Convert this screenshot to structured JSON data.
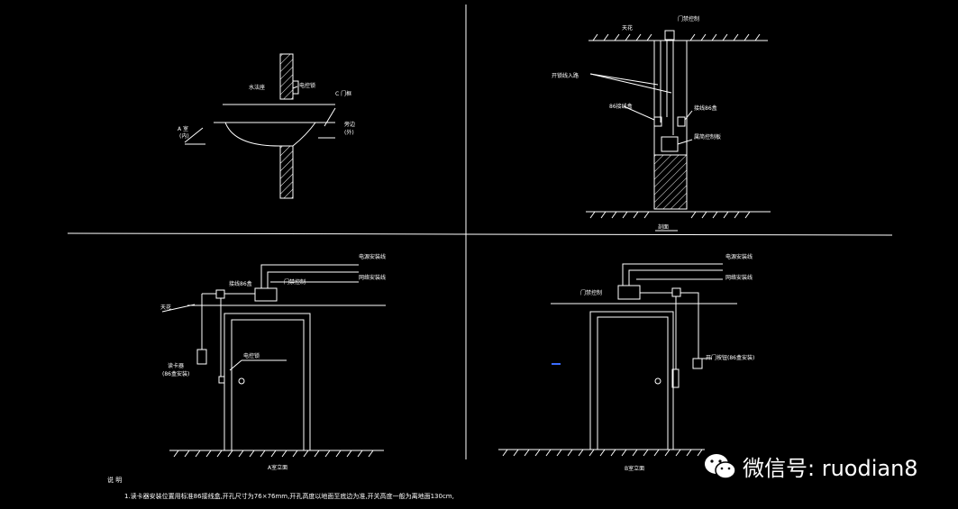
{
  "labels": {
    "wall_hole_title": "水法座",
    "lock_label": "电控锁",
    "c_frame": "C 门框",
    "side_a": "A 室",
    "side_a_sub": "(内)",
    "side_b": "旁边",
    "side_b_sub": "(外)",
    "top_ceiling": "天花",
    "top_lock": "门禁控制",
    "top_lines": "开锁线入路",
    "top_box1": "86接线盒",
    "top_box2": "接线86盒",
    "top_ctrl": "属简控制板",
    "top_caption": "剖面",
    "a_card": "电源安装线",
    "a_net": "网络安装线",
    "a_box": "接线86盒",
    "a_ctrl": "门禁控制",
    "a_ceiling": "天花",
    "a_reader": "读卡器",
    "a_reader_sub": "(86盒安装)",
    "a_lock": "电控锁",
    "a_caption": "A室立面",
    "b_card": "电源安装线",
    "b_net": "网络安装线",
    "b_ctrl": "门禁控制",
    "b_btn": "开门按钮(86盒安装)",
    "b_caption": "B室立面"
  },
  "notes": {
    "title": "说  明",
    "line1": "1.读卡器安装位置用标准86接线盒,开孔尺寸为76×76mm,开孔高度以地面至底边为准,开关高度一般为离地面130cm,"
  },
  "watermark": {
    "text": "微信号: ruodian8",
    "icon": "wechat-icon"
  },
  "colors": {
    "background": "#000000",
    "line": "#ffffff",
    "accent": "#3a6cff"
  }
}
